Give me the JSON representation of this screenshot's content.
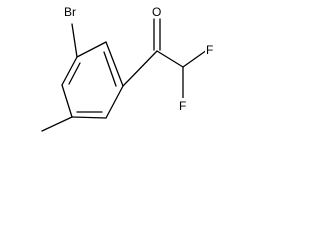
{
  "molecule": {
    "atoms": {
      "bromine": "Br",
      "oxygen": "O",
      "fluorine_top": "F",
      "fluorine_bottom": "F"
    }
  }
}
